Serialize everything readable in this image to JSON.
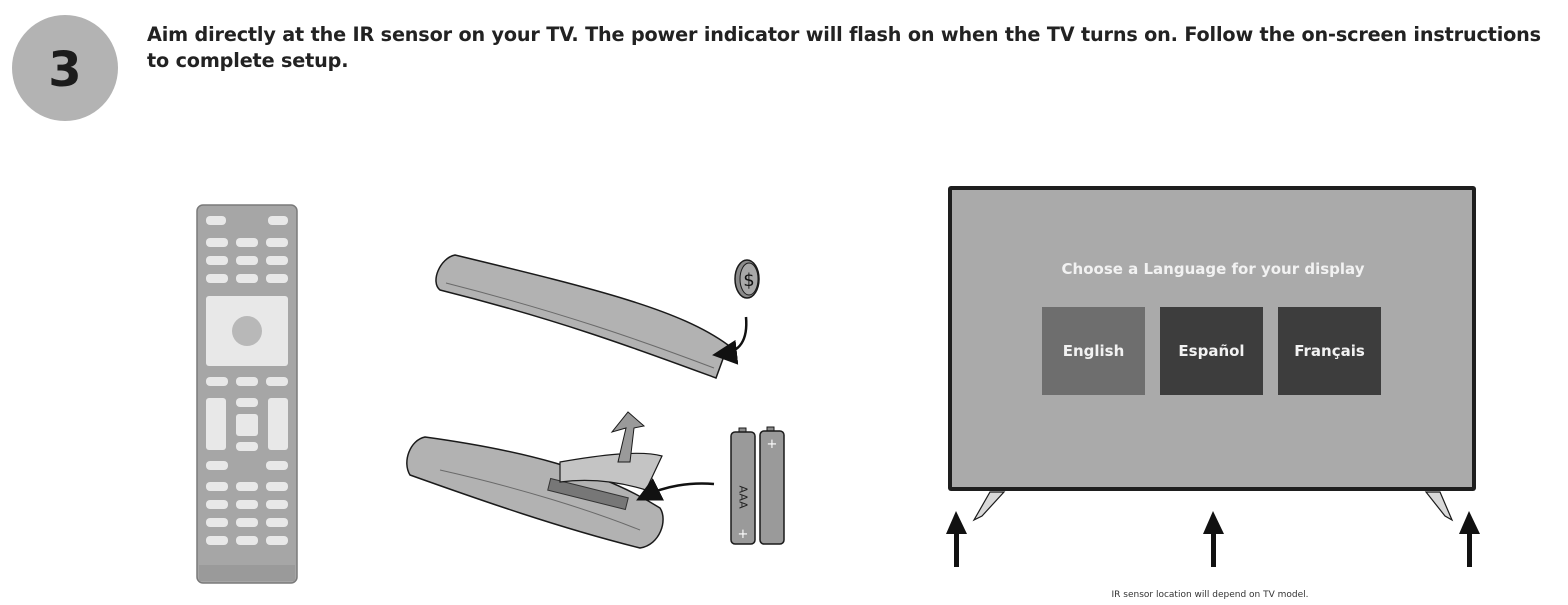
{
  "step": {
    "number": "3",
    "instruction": "Aim directly at the IR sensor on your TV. The power indicator will flash on when the TV turns on. Follow the on-screen instructions to complete setup."
  },
  "battery": {
    "coin_symbol": "$",
    "battery_type": "AAA",
    "plus_symbol": "+"
  },
  "tv_screen": {
    "heading": "Choose a Language for your display",
    "languages": [
      "English",
      "Español",
      "Français"
    ],
    "selected_language": "English"
  },
  "footnote": "IR sensor location will depend on TV model."
}
